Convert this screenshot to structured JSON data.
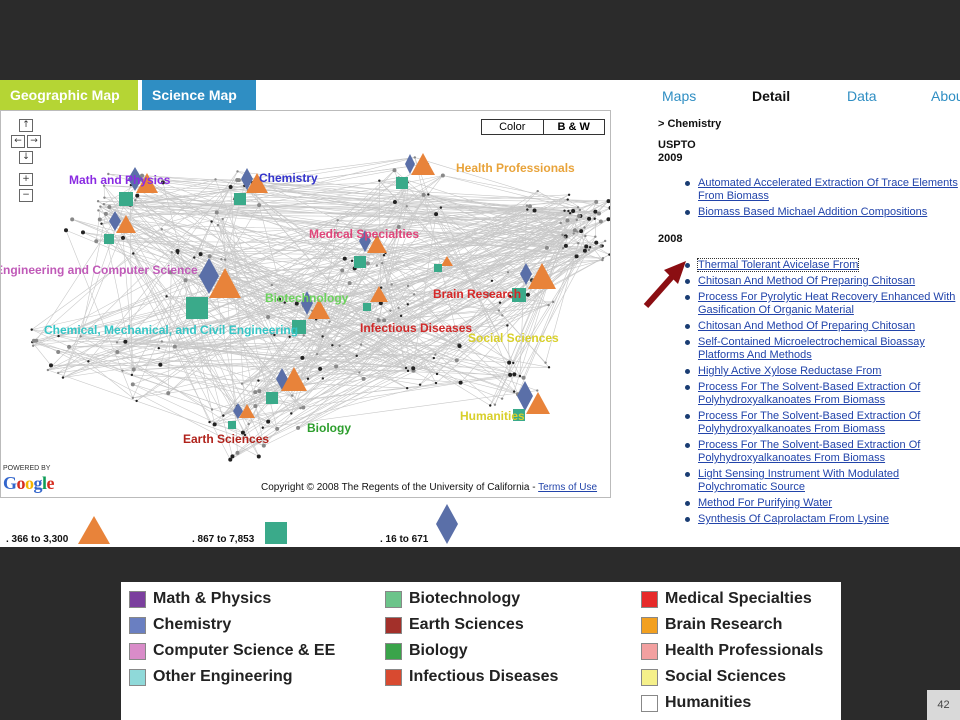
{
  "tabs": [
    {
      "label": "Geographic Map",
      "color": "#b5d534"
    },
    {
      "label": "Science Map",
      "color": "#2f8ec3"
    }
  ],
  "top_nav": [
    "Maps",
    "Detail",
    "Data",
    "About"
  ],
  "toggle": {
    "color": "Color",
    "bw": "B & W"
  },
  "map_labels": [
    {
      "text": "Math and Physics",
      "color": "#8a2be2"
    },
    {
      "text": "Chemistry",
      "color": "#3333cc"
    },
    {
      "text": "Health Professionals",
      "color": "#e8a33a"
    },
    {
      "text": "Medical Specialties",
      "color": "#e0457a"
    },
    {
      "text": "Engineering and Computer Science",
      "color": "#c05ab8"
    },
    {
      "text": "Biotechnology",
      "color": "#6cd35d"
    },
    {
      "text": "Brain Research",
      "color": "#d62828"
    },
    {
      "text": "Chemical, Mechanical, and Civil Engineering",
      "color": "#34c6c6"
    },
    {
      "text": "Infectious Diseases",
      "color": "#d02828"
    },
    {
      "text": "Social Sciences",
      "color": "#d8cf2a"
    },
    {
      "text": "Humanities",
      "color": "#d8cf2a"
    },
    {
      "text": "Earth Sciences",
      "color": "#b0221b"
    },
    {
      "text": "Biology",
      "color": "#2d9e2d"
    }
  ],
  "powered_by": "POWERED BY",
  "google": "Google",
  "copyright": "Copyright © 2008 The Regents of the University of California - ",
  "terms": "Terms of Use",
  "size_legend": [
    ". 366 to 3,300",
    ". 867 to 7,853",
    ". 16 to 671"
  ],
  "detail": {
    "breadcrumb": "> Chemistry",
    "source": "USPTO",
    "years": [
      {
        "year": "2009",
        "items": [
          "Automated Accelerated Extraction Of Trace Elements From Biomass",
          "Biomass Based Michael Addition Compositions"
        ]
      },
      {
        "year": "2008",
        "items": [
          "Thermal Tolerant Avicelase From",
          "Chitosan And Method Of Preparing Chitosan",
          "Process For Pyrolytic Heat Recovery Enhanced With Gasification Of Organic Material",
          "Chitosan And Method Of Preparing Chitosan",
          "Self-Contained Microelectrochemical Bioassay Platforms And Methods",
          "Highly Active Xylose Reductase From",
          "Process For The Solvent-Based Extraction Of Polyhydroxyalkanoates From Biomass",
          "Process For The Solvent-Based Extraction Of Polyhydroxyalkanoates From Biomass",
          "Process For The Solvent-Based Extraction Of Polyhydroxyalkanoates From Biomass",
          "Light Sensing Instrument With Modulated Polychromatic Source",
          "Method For Purifying Water",
          "Synthesis Of Caprolactam From Lysine"
        ]
      }
    ]
  },
  "color_legend": [
    {
      "label": "Math & Physics",
      "color": "#7b3f9e"
    },
    {
      "label": "Chemistry",
      "color": "#6a7fc1"
    },
    {
      "label": "Computer Science & EE",
      "color": "#d98cc9"
    },
    {
      "label": "Other Engineering",
      "color": "#8fd9d9"
    },
    {
      "label": "Biotechnology",
      "color": "#6cc48a"
    },
    {
      "label": "Earth Sciences",
      "color": "#a3302a"
    },
    {
      "label": "Biology",
      "color": "#3aa44a"
    },
    {
      "label": "Infectious Diseases",
      "color": "#d84a30"
    },
    {
      "label": "Medical Specialties",
      "color": "#e62a2a"
    },
    {
      "label": "Brain Research",
      "color": "#f2a020"
    },
    {
      "label": "Health Professionals",
      "color": "#f2a0a0"
    },
    {
      "label": "Social Sciences",
      "color": "#f5f08a"
    },
    {
      "label": "Humanities",
      "color": "#ffffff"
    }
  ],
  "page_number": "42",
  "marker_colors": {
    "triangle": "#e8833a",
    "square": "#3aaa8a",
    "diamond": "#5a6fa8"
  }
}
